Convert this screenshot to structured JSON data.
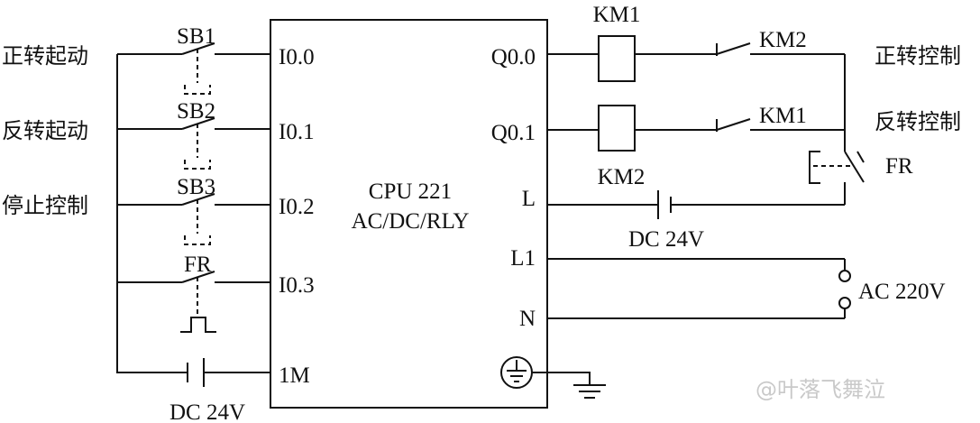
{
  "plc": {
    "model_line1": "CPU 221",
    "model_line2": "AC/DC/RLY",
    "inputs": [
      "I0.0",
      "I0.1",
      "I0.2",
      "I0.3",
      "1M"
    ],
    "outputs": [
      "Q0.0",
      "Q0.1",
      "L",
      "L1",
      "N"
    ]
  },
  "left": {
    "signals": [
      "正转起动",
      "反转起动",
      "停止控制"
    ],
    "switches": [
      "SB1",
      "SB2",
      "SB3",
      "FR"
    ],
    "supply": "DC  24V"
  },
  "right": {
    "coil1": "KM1",
    "coil2": "KM2",
    "interlock1": "KM2",
    "interlock2": "KM1",
    "label1": "正转控制",
    "label2": "反转控制",
    "fr": "FR",
    "dc_supply": "DC  24V",
    "ac_supply": "AC  220V"
  },
  "watermark": "@叶落飞舞泣"
}
